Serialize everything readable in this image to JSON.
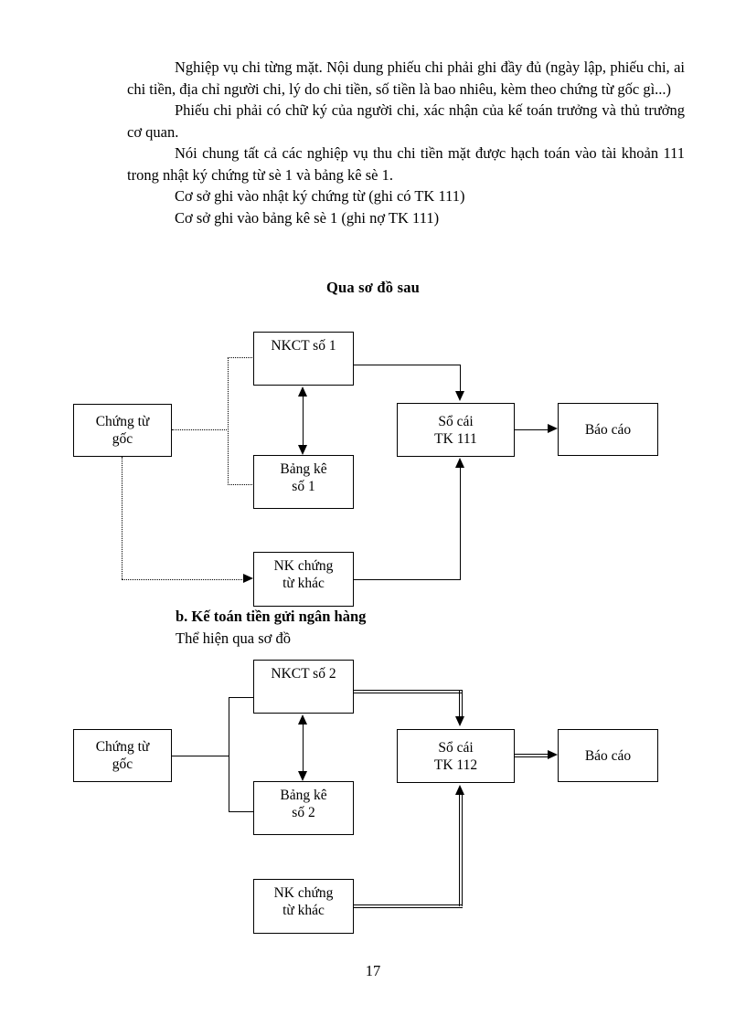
{
  "document": {
    "page_number": "17",
    "paragraphs": [
      "Nghiệp vụ chi từng mặt. Nội dung phiếu chi phải ghi đầy đủ (ngày lập, phiếu chi, ai chi tiền, địa chỉ người chi, lý do chi tiền, số tiền là bao nhiêu, kèm theo chứng từ gốc gì...)",
      "Phiếu chi phải có chữ ký của người chi, xác nhận của kế toán trưởng và thủ trưởng cơ quan.",
      "Nói chung tất cả các nghiệp vụ thu chi tiền mặt được hạch toán vào tài khoản 111 trong nhật ký chứng từ sè 1 và bảng kê sè 1.",
      "Cơ sở ghi vào nhật ký chứng từ (ghi có TK 111)",
      "Cơ sở ghi vào bảng kê sè 1 (ghi nợ TK 111)"
    ],
    "diagram_heading": "Qua sơ đồ sau",
    "section_b_title": "b. Kế toán tiền gửi ngân hàng",
    "section_b_subtitle": "Thể hiện qua sơ đồ"
  },
  "diagram1": {
    "line_style": "dotted",
    "nodes": {
      "source": "Chứng từ\ngốc",
      "source_line1": "Chứng từ",
      "source_line2": "gốc",
      "journal_line1": "NKCT số 1",
      "ledger_sheet_line1": "Bảng kê",
      "ledger_sheet_line2": "số 1",
      "other_journal_line1": "NK chứng",
      "other_journal_line2": "từ khác",
      "general_ledger_line1": "Sổ cái",
      "general_ledger_line2": "TK 111",
      "report": "Báo cáo"
    }
  },
  "diagram2": {
    "line_style": "double-solid",
    "nodes": {
      "source_line1": "Chứng từ",
      "source_line2": "gốc",
      "journal_line1": "NKCT số 2",
      "ledger_sheet_line1": "Bảng kê",
      "ledger_sheet_line2": "số 2",
      "other_journal_line1": "NK chứng",
      "other_journal_line2": "từ khác",
      "general_ledger_line1": "Sổ cái",
      "general_ledger_line2": "TK 112",
      "report": "Báo cáo"
    }
  },
  "colors": {
    "ink": "#000000",
    "paper": "#ffffff"
  }
}
